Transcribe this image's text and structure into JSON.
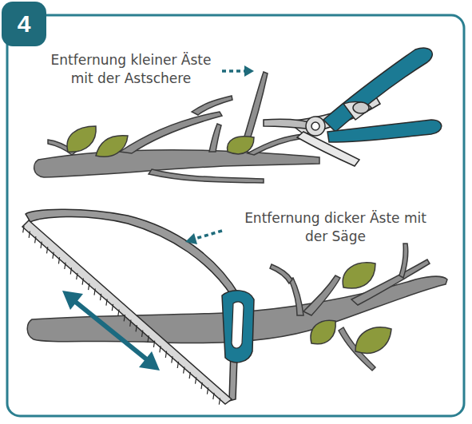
{
  "diagram": {
    "nodes": [
      {
        "text": [
          "4"
        ]
      }
    ],
    "edges": [],
    "labels": [
      "Entfernung kleiner Äste mit der Astschere",
      "Entfernung dicker Äste mit der Säge"
    ]
  }
}
